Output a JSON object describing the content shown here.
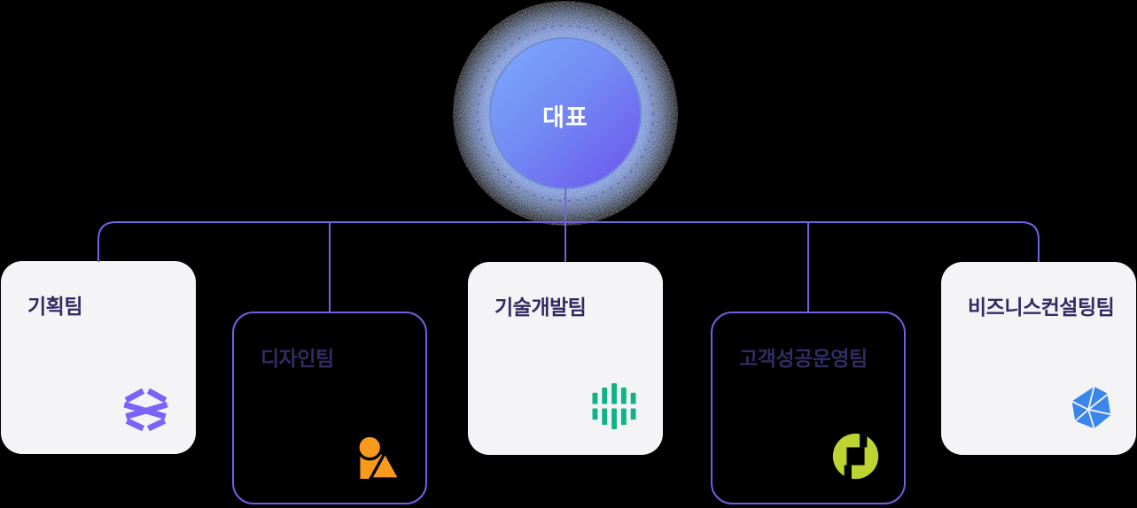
{
  "diagram": {
    "type": "org-chart",
    "root": {
      "label": "대표"
    },
    "teams": [
      {
        "name": "기획팀",
        "card_style": "filled",
        "icon": "hex-weave-icon",
        "icon_color": "#7C63F8"
      },
      {
        "name": "디자인팀",
        "card_style": "outlined",
        "icon": "shapes-icon",
        "icon_color": "#F89B1D"
      },
      {
        "name": "기술개발팀",
        "card_style": "filled",
        "icon": "equalizer-icon",
        "icon_color": "#12B287"
      },
      {
        "name": "고객성공운영팀",
        "card_style": "outlined",
        "icon": "pinwheel-icon",
        "icon_color": "#BCD331"
      },
      {
        "name": "비즈니스컨설팅팀",
        "card_style": "filled",
        "icon": "polyhedron-icon",
        "icon_color": "#3B86EB"
      }
    ],
    "colors": {
      "background": "#000000",
      "connector_line": "#7063DF",
      "card_fill": "#F4F4F6",
      "card_border": "#6F5FE2",
      "team_title_text": "#322B63",
      "root_text": "#FFFFFF",
      "root_gradient_top_left": "#7AACFA",
      "root_gradient_bottom_right": "#6C59EC",
      "root_halo": "#7C99F2"
    }
  }
}
